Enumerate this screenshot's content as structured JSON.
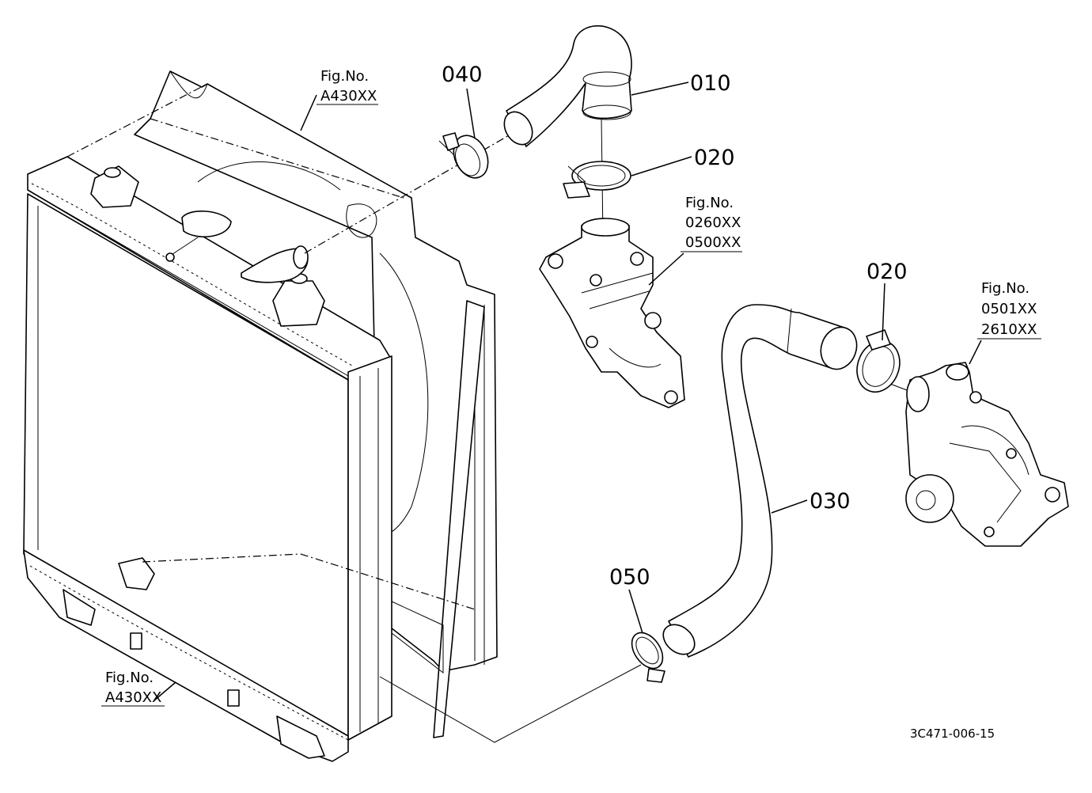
{
  "parts": [
    {
      "id": "p010",
      "label": "010"
    },
    {
      "id": "p020a",
      "label": "020"
    },
    {
      "id": "p020b",
      "label": "020"
    },
    {
      "id": "p030",
      "label": "030"
    },
    {
      "id": "p040",
      "label": "040"
    },
    {
      "id": "p050",
      "label": "050"
    }
  ],
  "figure_refs": {
    "radiator_top": {
      "prefix": "Fig.No.",
      "codes": [
        "A430XX"
      ]
    },
    "radiator_bottom": {
      "prefix": "Fig.No.",
      "codes": [
        "A430XX"
      ]
    },
    "thermostat": {
      "prefix": "Fig.No.",
      "codes": [
        "0260XX",
        "0500XX"
      ]
    },
    "water_pump": {
      "prefix": "Fig.No.",
      "codes": [
        "0501XX",
        "2610XX"
      ]
    }
  },
  "drawing_code": "3C471-006-15"
}
